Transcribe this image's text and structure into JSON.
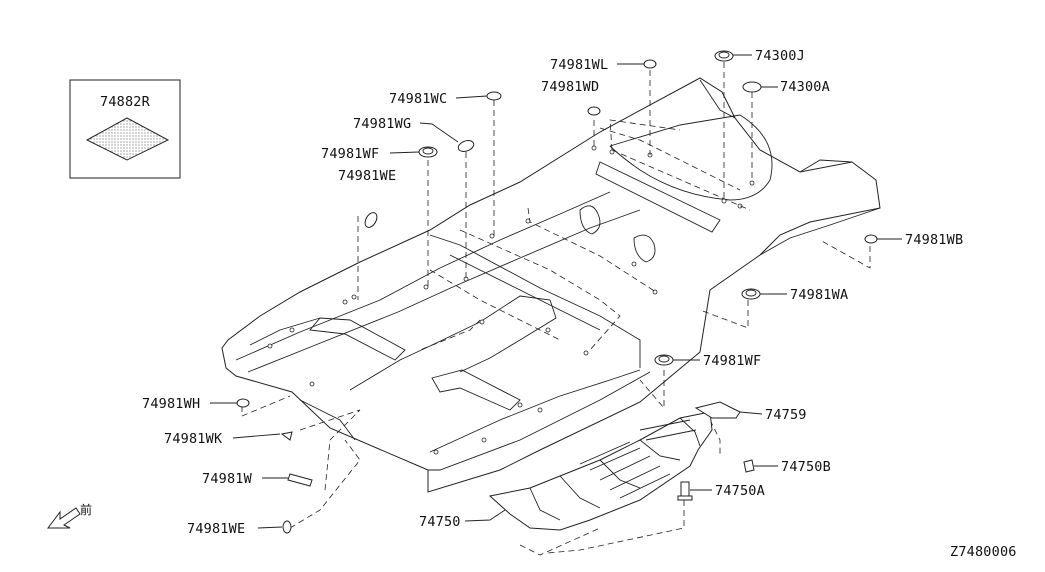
{
  "diagram_id": "Z7480006",
  "inset_part": "74882R",
  "front_glyph": "前",
  "labels": {
    "wl": "74981WL",
    "j": "74300J",
    "wd": "74981WD",
    "a300": "74300A",
    "wc": "74981WC",
    "wg": "74981WG",
    "wf1": "74981WF",
    "we1": "74981WE",
    "wb": "74981WB",
    "wa": "74981WA",
    "wf2": "74981WF",
    "wh": "74981WH",
    "wk": "74981WK",
    "p759": "74759",
    "p750b": "74750B",
    "w": "74981W",
    "p750a": "74750A",
    "p750": "74750",
    "we2": "74981WE"
  }
}
